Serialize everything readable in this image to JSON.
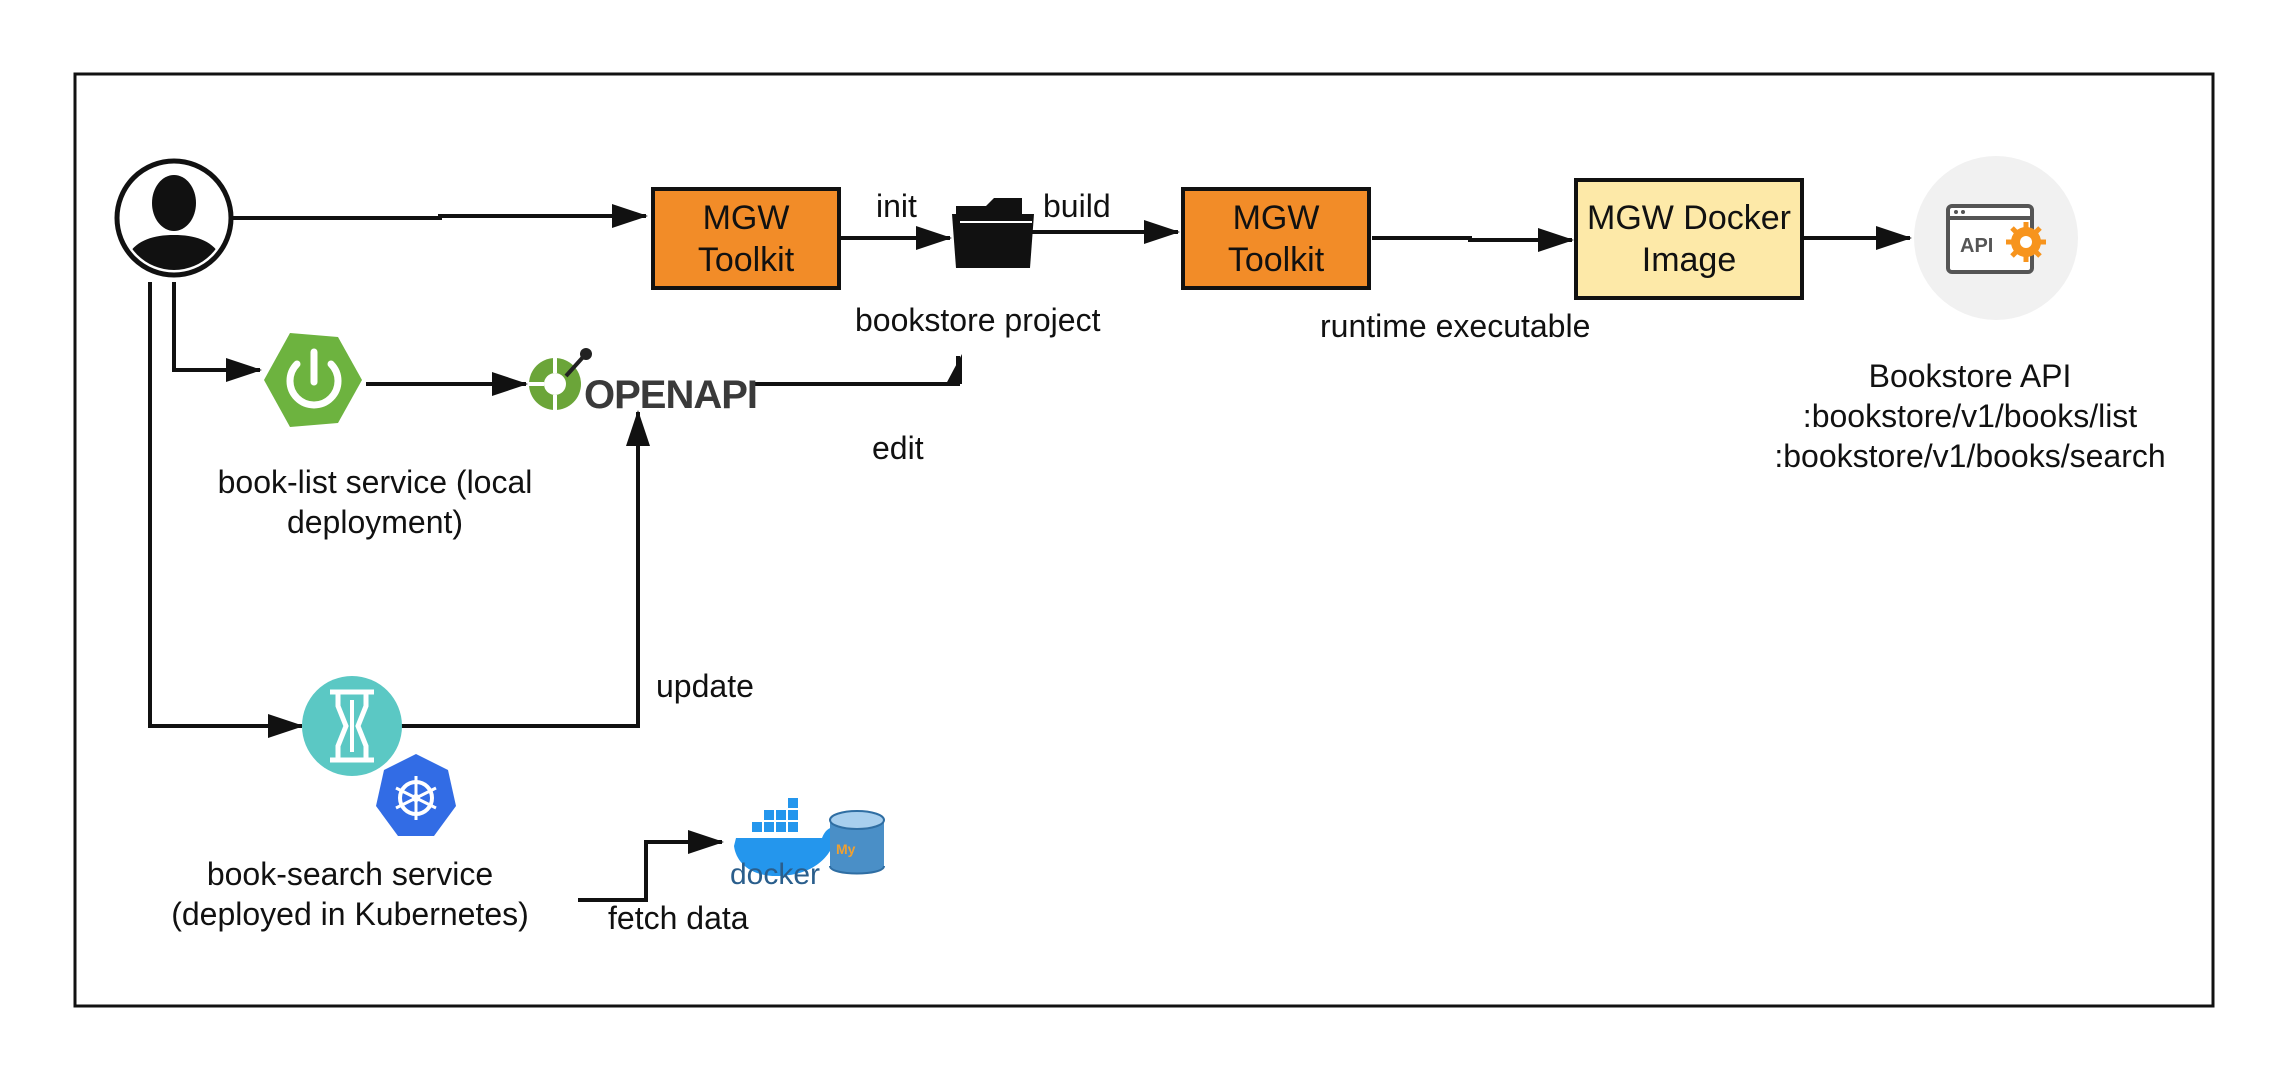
{
  "toolkit_box_1": {
    "line1": "MGW",
    "line2": "Toolkit"
  },
  "toolkit_box_2": {
    "line1": "MGW",
    "line2": "Toolkit"
  },
  "docker_image_box": {
    "line1": "MGW Docker",
    "line2": "Image"
  },
  "edges": {
    "init": "init",
    "build": "build",
    "edit": "edit",
    "update": "update",
    "fetch_data": "fetch data"
  },
  "labels": {
    "bookstore_project": "bookstore project",
    "runtime_executable": "runtime executable",
    "book_list_line1": "book-list service  (local",
    "book_list_line2": "deployment)",
    "book_search_line1": "book-search service",
    "book_search_line2": "(deployed in Kubernetes)"
  },
  "api": {
    "title": "Bookstore API",
    "endpoint_list": ":bookstore/v1/books/list",
    "endpoint_search": ":bookstore/v1/books/search",
    "icon_text": "API"
  },
  "logos": {
    "openapi": "OPENAPI",
    "docker": "docker",
    "mysql": "My"
  },
  "colors": {
    "toolkit_fill": "#f28c28",
    "docker_image_fill": "#fde9a8",
    "spring_green": "#6db33f",
    "openapi_green": "#6ba539",
    "kubernetes_blue": "#326ce5",
    "service_teal": "#5bc8c4",
    "docker_blue": "#2496ed",
    "api_orange": "#f7941d"
  }
}
